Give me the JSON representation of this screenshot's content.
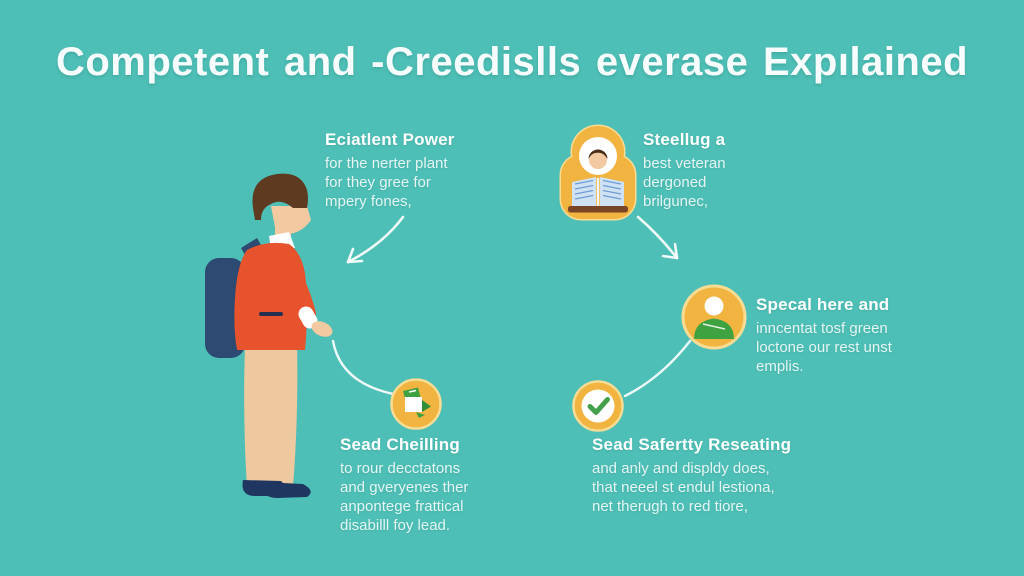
{
  "title": "Competent and -Creedislls everase Expılained",
  "blocks": {
    "top_left": {
      "heading": "Eciatlent Power",
      "lines": [
        "for the nerter plant",
        "for they gree for",
        "mpery fones,"
      ]
    },
    "top_right": {
      "heading": "Steellug a",
      "lines": [
        "best veteran",
        "dergoned",
        "brilgunec,"
      ]
    },
    "mid_right": {
      "heading": "Specal here and",
      "lines": [
        "inncentat tosf green",
        "loctone our rest unst",
        "emplis."
      ]
    },
    "bottom_left": {
      "heading": "Sead Cheilling",
      "lines": [
        "to rour decctatons",
        "and gveryenes ther",
        "anpontege frattical",
        "disabilll foy lead."
      ]
    },
    "bottom_mid": {
      "heading": "Sead Safertty Reseating",
      "lines": [
        "and anly and displdy does,",
        "that neeel st endul lestiona,",
        "net therugh to red tiore,"
      ]
    }
  },
  "icons": {
    "reading_badge": "person-reading-book-icon",
    "person_circle": "person-icon",
    "documents_circle": "documents-icon",
    "check_circle": "checkmark-icon"
  },
  "colors": {
    "background": "#4ebfb6",
    "icon_yellow": "#f2b440",
    "icon_rim": "#f8dc94",
    "icon_green": "#3da23f",
    "jacket_orange": "#e7532c",
    "backpack_navy": "#2d4a73",
    "pants_tan": "#eec89e",
    "text_white": "#ffffff"
  }
}
